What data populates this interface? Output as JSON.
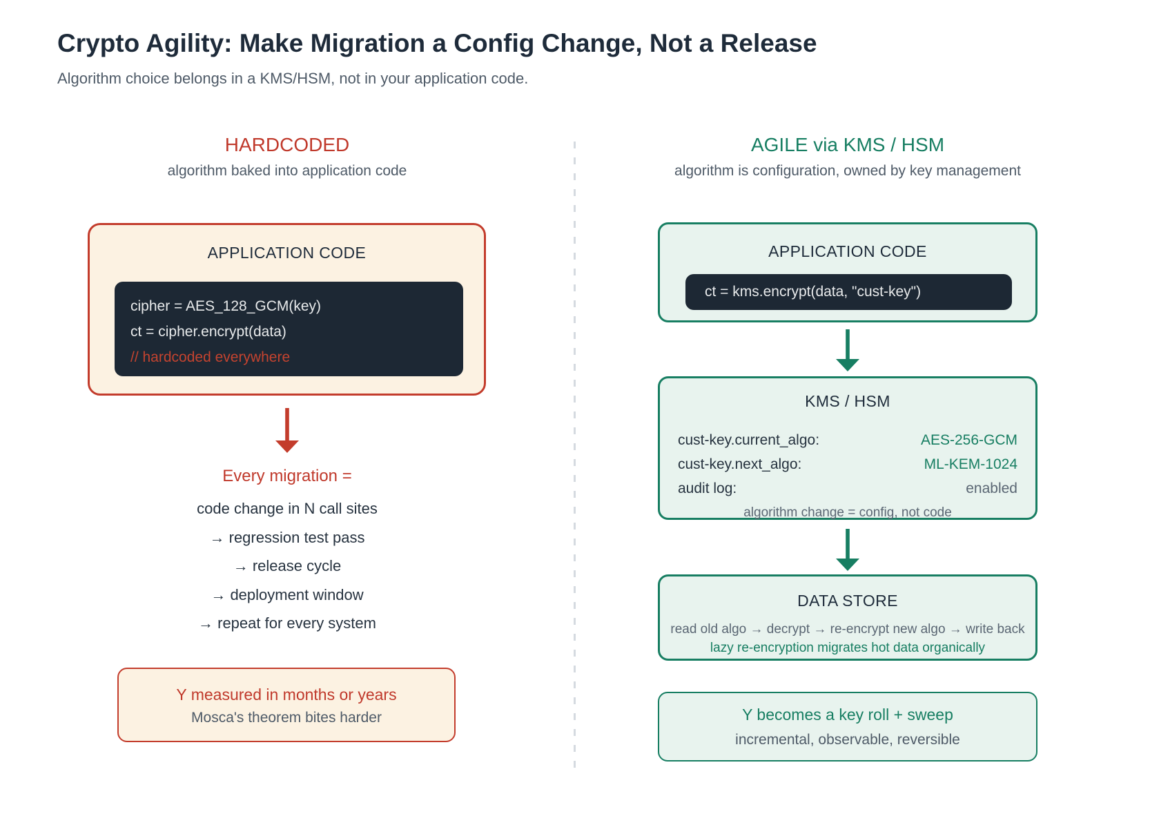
{
  "page": {
    "title": "Crypto Agility: Make Migration a Config Change, Not a Release",
    "subtitle": "Algorithm choice belongs in a KMS/HSM, not in your application code."
  },
  "colors": {
    "accent_red": "#C0392B",
    "accent_teal": "#177E62",
    "ink_navy": "#1E2B3A",
    "muted_slate": "#4E5A67",
    "cream_fill": "#FCF2E2",
    "mint_fill": "#E8F3EE",
    "code_background": "#1D2834"
  },
  "icons": {
    "left_flow_arrow": "down-arrow-red",
    "right_flow_arrow": "down-arrow-teal"
  },
  "left": {
    "heading": "HARDCODED",
    "subheading": "algorithm baked into application code",
    "app_box": {
      "title": "APPLICATION CODE",
      "code_lines": [
        "cipher = AES_128_GCM(key)",
        "ct = cipher.encrypt(data)",
        "// hardcoded everywhere"
      ]
    },
    "migration": {
      "heading": "Every migration =",
      "steps": [
        "code change in N call sites",
        "→ regression test pass",
        "→ release cycle",
        "→ deployment window",
        "→ repeat for every system"
      ]
    },
    "outcome_box": {
      "line1": "Y measured in months or years",
      "line2": "Mosca's theorem bites harder"
    }
  },
  "right": {
    "heading": "AGILE via KMS / HSM",
    "subheading": "algorithm is configuration, owned by key management",
    "app_box": {
      "title": "APPLICATION CODE",
      "code_line": "ct = kms.encrypt(data, \"cust-key\")"
    },
    "kms_box": {
      "title": "KMS / HSM",
      "rows": [
        {
          "label": "cust-key.current_algo:",
          "value": "AES-256-GCM"
        },
        {
          "label": "cust-key.next_algo:",
          "value": "ML-KEM-1024"
        },
        {
          "label": "audit log:",
          "value": "enabled"
        }
      ],
      "caption": "algorithm change = config, not code"
    },
    "data_store_box": {
      "title": "DATA STORE",
      "line1": "read old algo → decrypt → re-encrypt new algo → write back",
      "line2": "lazy re-encryption migrates hot data organically"
    },
    "outcome_box": {
      "line1": "Y becomes a key roll + sweep",
      "line2": "incremental, observable, reversible"
    }
  }
}
